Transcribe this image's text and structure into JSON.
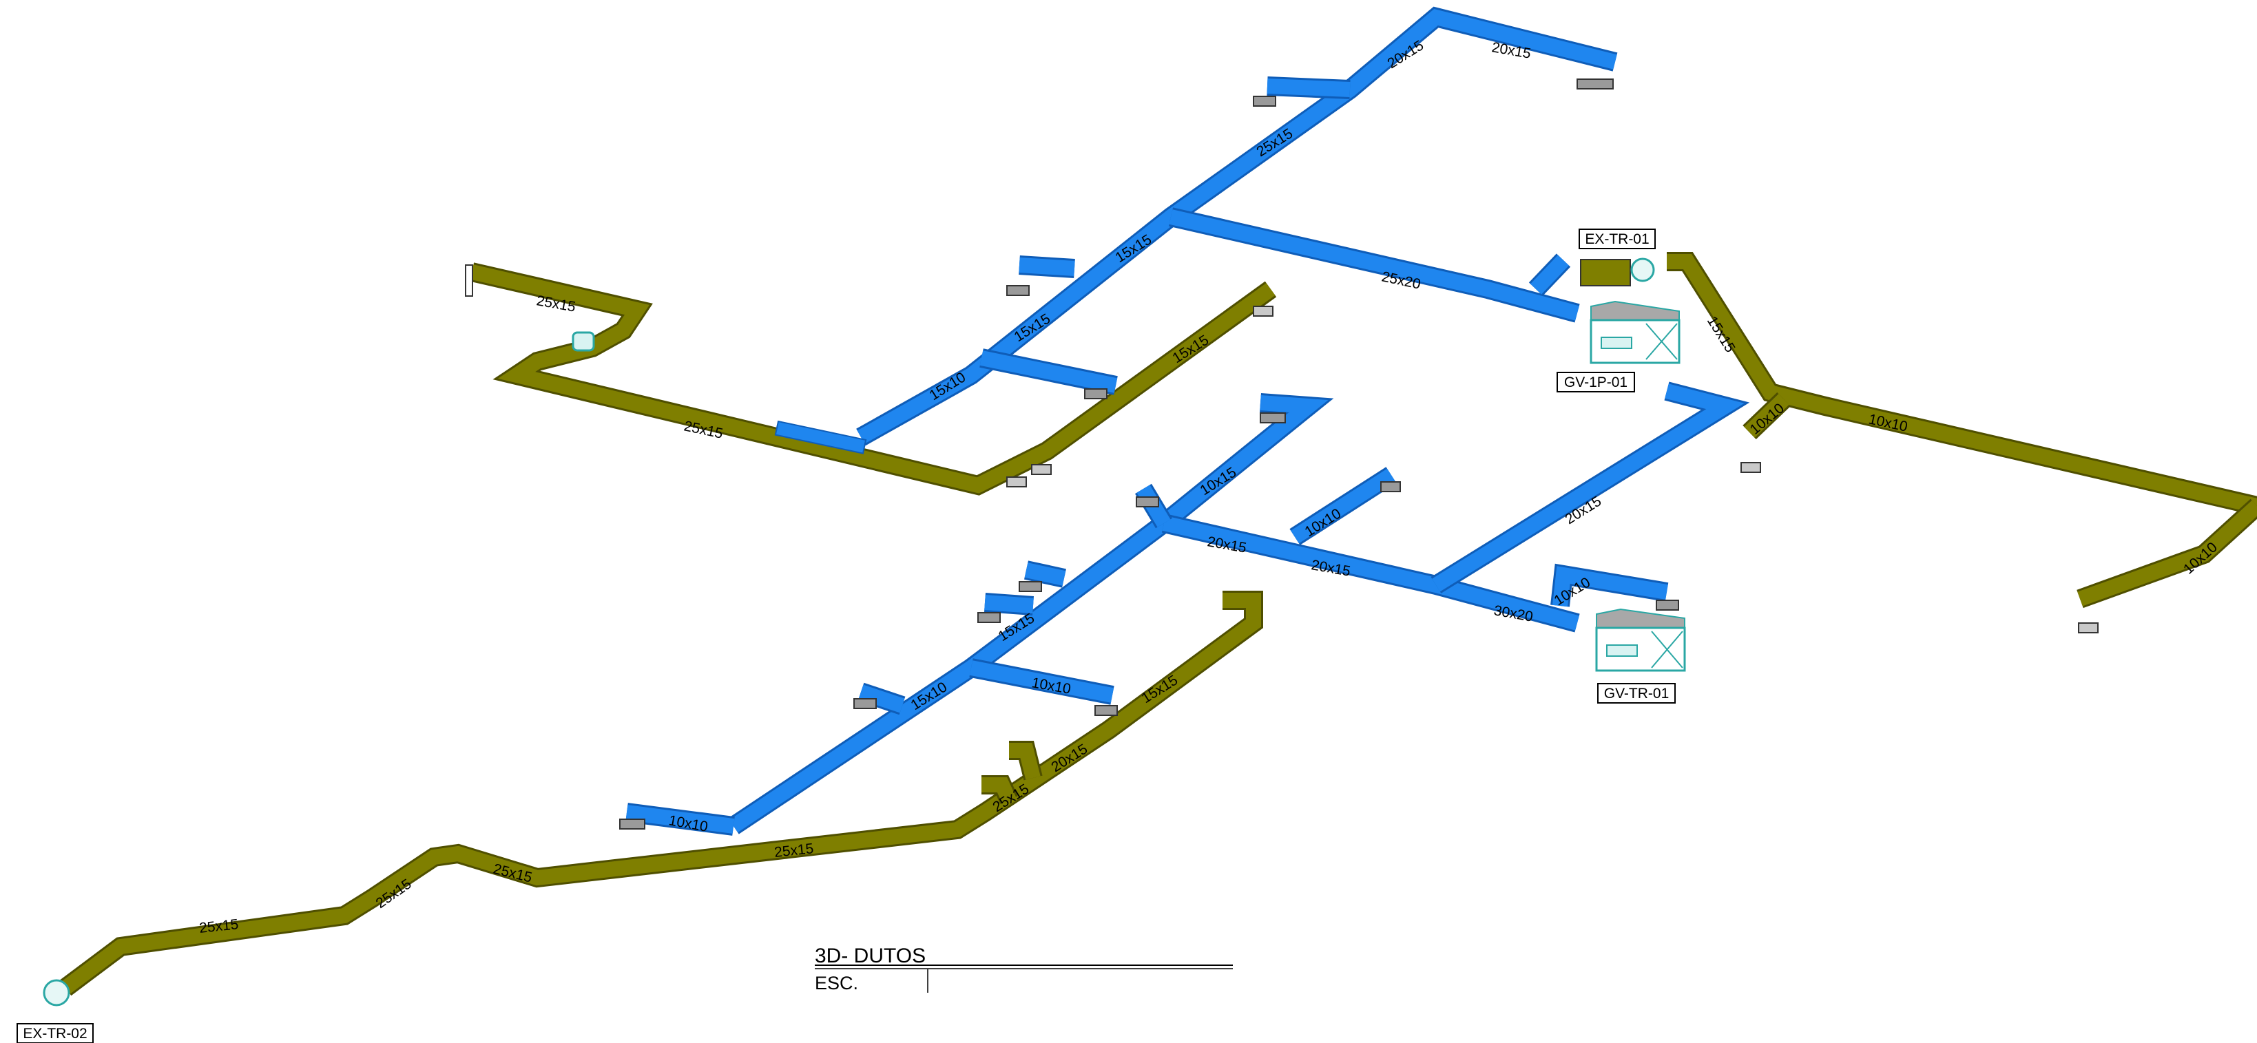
{
  "colors": {
    "supply_duct": "#1f86ef",
    "supply_duct_dark": "#0f5db8",
    "exhaust_duct": "#7f7f00",
    "exhaust_duct_dark": "#4f4f00",
    "equipment": "#2aa7a4",
    "diffuser_plate": "#9a9a9a"
  },
  "title_block": {
    "title": "3D- DUTOS",
    "scale_label": "ESC."
  },
  "equipment_tags": [
    {
      "id": "tag-ex-tr-01",
      "label": "EX-TR-01"
    },
    {
      "id": "tag-gv-1p-01",
      "label": "GV-1P-01"
    },
    {
      "id": "tag-gv-tr-01",
      "label": "GV-TR-01"
    },
    {
      "id": "tag-ex-tr-02",
      "label": "EX-TR-02"
    }
  ],
  "duct_labels": [
    {
      "id": "sup-a1",
      "system": "supply",
      "text": "20x15"
    },
    {
      "id": "sup-a2",
      "system": "supply",
      "text": "20x15"
    },
    {
      "id": "sup-a3",
      "system": "supply",
      "text": "25x15"
    },
    {
      "id": "sup-a4",
      "system": "supply",
      "text": "15x15"
    },
    {
      "id": "sup-a5",
      "system": "supply",
      "text": "25x20"
    },
    {
      "id": "sup-a6",
      "system": "supply",
      "text": "15x15"
    },
    {
      "id": "sup-a7",
      "system": "supply",
      "text": "15x10"
    },
    {
      "id": "sup-b1",
      "system": "supply",
      "text": "10x15"
    },
    {
      "id": "sup-b2",
      "system": "supply",
      "text": "10x10"
    },
    {
      "id": "sup-b3",
      "system": "supply",
      "text": "20x15"
    },
    {
      "id": "sup-b4",
      "system": "supply",
      "text": "20x15"
    },
    {
      "id": "sup-b5",
      "system": "supply",
      "text": "20x15"
    },
    {
      "id": "sup-b6",
      "system": "supply",
      "text": "10x10"
    },
    {
      "id": "sup-b7",
      "system": "supply",
      "text": "30x20"
    },
    {
      "id": "sup-b8",
      "system": "supply",
      "text": "15x15"
    },
    {
      "id": "sup-b9",
      "system": "supply",
      "text": "15x10"
    },
    {
      "id": "sup-b10",
      "system": "supply",
      "text": "10x10"
    },
    {
      "id": "sup-b11",
      "system": "supply",
      "text": "10x10"
    },
    {
      "id": "exh-a1",
      "system": "exhaust",
      "text": "25x15"
    },
    {
      "id": "exh-a2",
      "system": "exhaust",
      "text": "25x15"
    },
    {
      "id": "exh-a3",
      "system": "exhaust",
      "text": "15x15"
    },
    {
      "id": "exh-r1",
      "system": "exhaust",
      "text": "15x15"
    },
    {
      "id": "exh-r2",
      "system": "exhaust",
      "text": "10x10"
    },
    {
      "id": "exh-r3",
      "system": "exhaust",
      "text": "10x10"
    },
    {
      "id": "exh-r4",
      "system": "exhaust",
      "text": "10x10"
    },
    {
      "id": "exh-b1",
      "system": "exhaust",
      "text": "15x15"
    },
    {
      "id": "exh-b2",
      "system": "exhaust",
      "text": "20x15"
    },
    {
      "id": "exh-b3",
      "system": "exhaust",
      "text": "25x15"
    },
    {
      "id": "exh-b4",
      "system": "exhaust",
      "text": "25x15"
    },
    {
      "id": "exh-b5",
      "system": "exhaust",
      "text": "25x15"
    },
    {
      "id": "exh-b6",
      "system": "exhaust",
      "text": "25x15"
    },
    {
      "id": "exh-b7",
      "system": "exhaust",
      "text": "25x15"
    }
  ]
}
